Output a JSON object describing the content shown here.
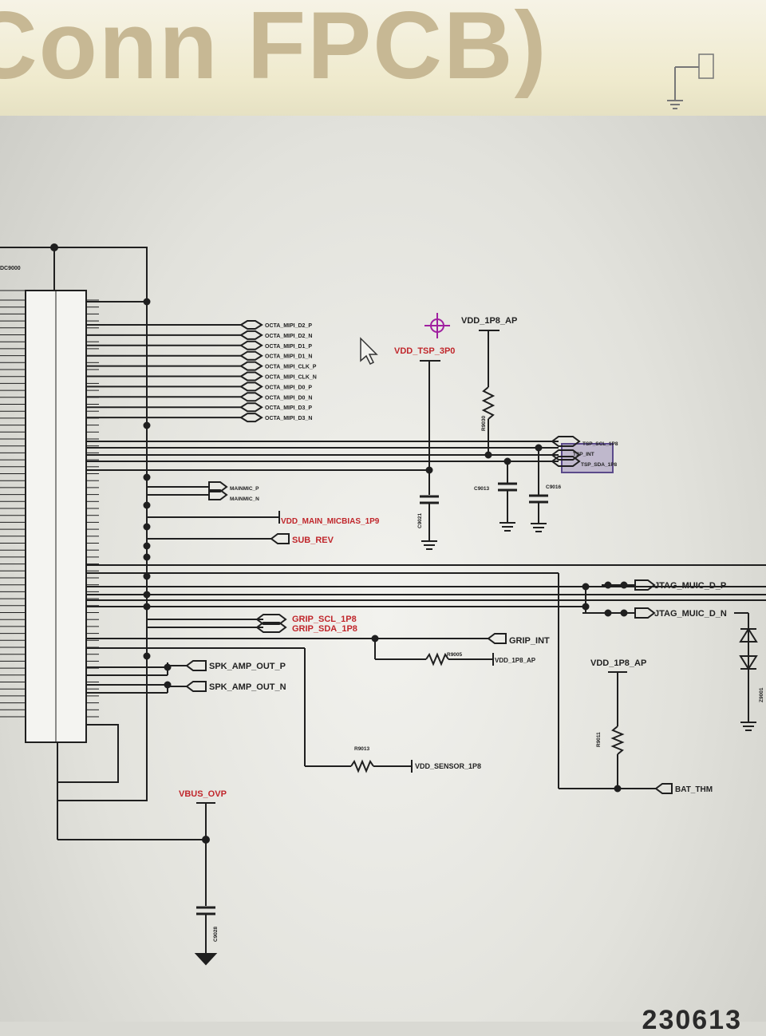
{
  "banner": {
    "title": "Conn FPCB)"
  },
  "stamp": "230613",
  "connector": {
    "ref": "DC9000"
  },
  "mipi_nets": [
    "OCTA_MIPI_D2_P",
    "OCTA_MIPI_D2_N",
    "OCTA_MIPI_D1_P",
    "OCTA_MIPI_D1_N",
    "OCTA_MIPI_CLK_P",
    "OCTA_MIPI_CLK_N",
    "OCTA_MIPI_D0_P",
    "OCTA_MIPI_D0_N",
    "OCTA_MIPI_D3_P",
    "OCTA_MIPI_D3_N"
  ],
  "mainmic_nets": [
    "MAINMIC_P",
    "MAINMIC_N"
  ],
  "power": {
    "vdd_1p8_ap": "VDD_1P8_AP",
    "vdd_tsp_3p0": "VDD_TSP_3P0",
    "vdd_main_micbias": "VDD_MAIN_MICBIAS_1P9",
    "vdd_sensor": "VDD_SENSOR_1P8",
    "vbus_ovp": "VBUS_OVP",
    "vdd_1p8_ap_grip": "VDD_1P8_AP",
    "vdd_1p8_ap_bat": "VDD_1P8_AP"
  },
  "nets": {
    "sub_rev": "SUB_REV",
    "tsp_scl": "TSP_SCL_1P8",
    "tsp_int": "TSP_INT",
    "tsp_sda": "TSP_SDA_1P8",
    "jtag_p": "JTAG_MUIC_D_P",
    "jtag_n": "JTAG_MUIC_D_N",
    "grip_scl": "GRIP_SCL_1P8",
    "grip_sda": "GRIP_SDA_1P8",
    "grip_int": "GRIP_INT",
    "spk_p": "SPK_AMP_OUT_P",
    "spk_n": "SPK_AMP_OUT_N",
    "bat_thm": "BAT_THM"
  },
  "components": {
    "r_tsp": "R9030",
    "c_tsp": "C9021",
    "c9013": "C9013",
    "c9016": "C9016",
    "r9005": "R9005",
    "r9013": "R9013",
    "r9011": "R9011",
    "c9028": "C9028",
    "zener": "Z9001"
  },
  "colors": {
    "wire": "#1f1f1f",
    "net_red": "#c0262b",
    "cursor_cross": "#a020a0",
    "highlight": "#5b4a8a"
  }
}
